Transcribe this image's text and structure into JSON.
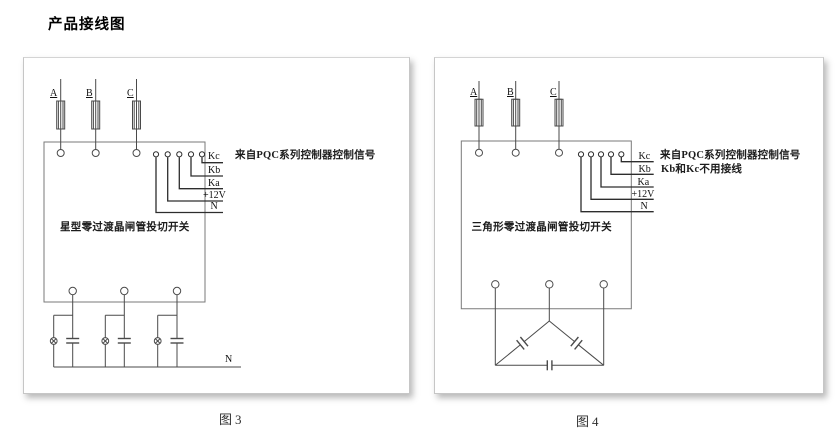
{
  "page": {
    "title": "产品接线图"
  },
  "colors": {
    "wire": "#4a4a4a",
    "control_wire": "#2d2d2d",
    "box_stroke": "#7a7a7a",
    "panel_border": "#c6c6c6",
    "text": "#1a1a1a"
  },
  "figure3": {
    "caption": "图3",
    "phases": [
      "A",
      "B",
      "C"
    ],
    "control_terminals": [
      "Kc",
      "Kb",
      "Ka",
      "+12V",
      "N"
    ],
    "signal_note": "来自PQC系列控制器控制信号",
    "box_label": "星型零过渡晶闸管投切开关",
    "neutral_bus_label": "N"
  },
  "figure4": {
    "caption": "图4",
    "phases": [
      "A",
      "B",
      "C"
    ],
    "control_terminals": [
      "Kc",
      "Kb",
      "Ka",
      "+12V",
      "N"
    ],
    "signal_note": "来自PQC系列控制器控制信号",
    "wiring_note": "Kb和Kc不用接线",
    "box_label": "三角形零过渡晶闸管投切开关"
  }
}
